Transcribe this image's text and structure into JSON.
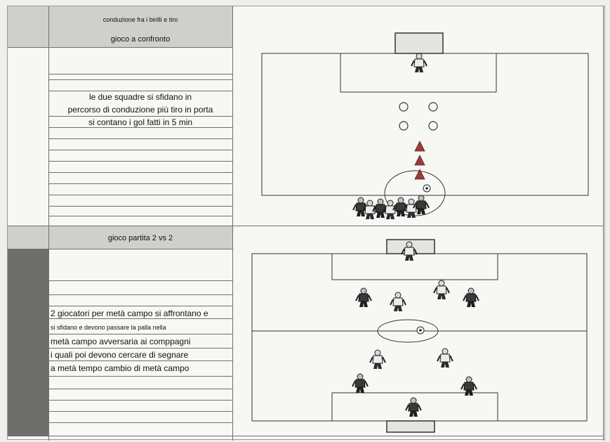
{
  "section1": {
    "header_line1": "conduzione fra i birilli e tiro",
    "header_line2": "gioco a confronto",
    "description_lines": [
      "le due squadre si sfidano in",
      "percorso di conduzione più tiro in porta",
      "si contano i gol fatti in 5 min"
    ]
  },
  "section2": {
    "header": "gioco partita 2 vs 2",
    "description_lines": [
      "2 giocatori per metà campo si affrontano e",
      "si sfidano e devono passare la  palla nella",
      "metà campo avversaria ai comppagni",
      "i quali poi devono cercare di segnare",
      "a metà tempo cambio di metà campo"
    ]
  },
  "colors": {
    "header_gray": "#cfd0cd",
    "sidebar_dark": "#6e6f6d",
    "cone_red": "#9a3b3b"
  }
}
